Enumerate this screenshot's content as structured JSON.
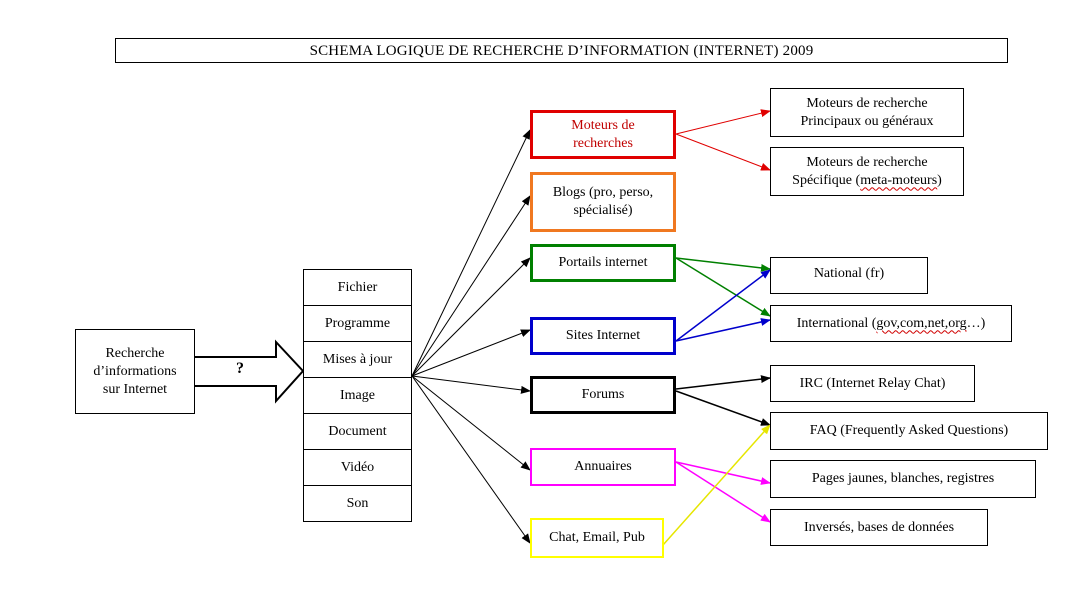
{
  "title": "SCHEMA LOGIQUE DE RECHERCHE D’INFORMATION (INTERNET) 2009",
  "source": {
    "line1": "Recherche",
    "line2": "d’informations",
    "line3": "sur Internet"
  },
  "arrow_label": "?",
  "types": [
    "Fichier",
    "Programme",
    "Mises à jour",
    "Image",
    "Document",
    "Vidéo",
    "Son"
  ],
  "categories": {
    "moteurs": {
      "line1": "Moteurs de",
      "line2": "recherches",
      "color": "#e00000"
    },
    "blogs": {
      "line1": "Blogs (pro, perso,",
      "line2": "spécialisé)",
      "color": "#f07820"
    },
    "portails": {
      "label": "Portails internet",
      "color": "#008000"
    },
    "sites": {
      "label": "Sites Internet",
      "color": "#0000cc"
    },
    "forums": {
      "label": "Forums",
      "color": "#000000"
    },
    "annuaires": {
      "label": "Annuaires",
      "color": "#ff00ff"
    },
    "chat": {
      "label": "Chat, Email, Pub",
      "color": "#ffff00"
    }
  },
  "targets": {
    "moteurs_principaux": {
      "line1": "Moteurs de recherche",
      "line2": "Principaux ou généraux"
    },
    "moteurs_specifique": {
      "line1": "Moteurs de recherche",
      "line2_pre": "Spécifique (",
      "line2_mid": "meta-moteurs",
      "line2_post": ")"
    },
    "national": "National (fr)",
    "international": {
      "pre": "International (",
      "mid": "gov,com,net,org",
      "post": "…)"
    },
    "irc": "IRC (Internet Relay Chat)",
    "faq": "FAQ (Frequently Asked Questions)",
    "pages_jaunes": "Pages jaunes, blanches, registres",
    "inverses": "Inversés, bases de données"
  }
}
